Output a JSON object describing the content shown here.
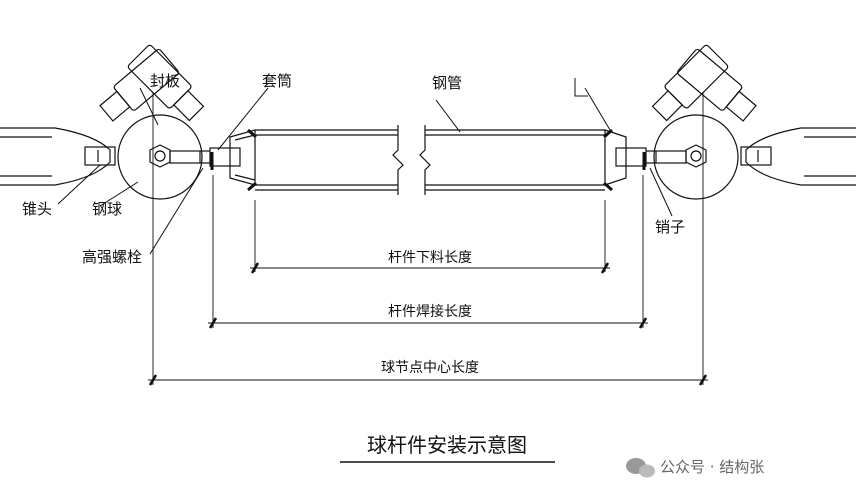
{
  "labels": {
    "end_plate": "封板",
    "sleeve": "套筒",
    "steel_pipe": "钢管",
    "cone_head": "锥头",
    "steel_ball": "钢球",
    "hs_bolt": "高强螺栓",
    "pin": "销子"
  },
  "dimensions": {
    "cut_length": "杆件下料长度",
    "weld_length": "杆件焊接长度",
    "center_length": "球节点中心长度"
  },
  "title": "球杆件安装示意图",
  "watermark": "公众号 · 结构张",
  "colors": {
    "line": "#111111",
    "wm": "#777777"
  }
}
